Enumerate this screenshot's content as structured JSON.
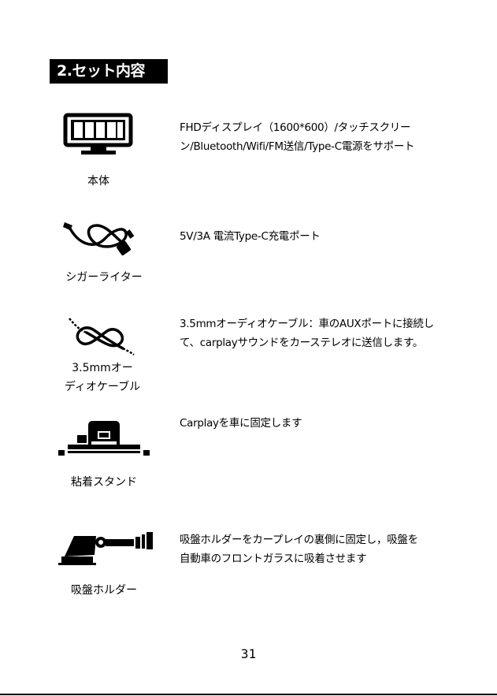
{
  "section": {
    "title": "2.セット内容"
  },
  "items": [
    {
      "caption": "本体",
      "description_lines": [
        "FHDディスプレイ（1600*600）/タッチスクリー",
        "ン/Bluetooth/Wifi/FM送信/Type-C電源をサポート"
      ],
      "icon": "display-icon"
    },
    {
      "caption": "シガーライター",
      "description_lines": [
        "5V/3A 電流Type-C充電ポート"
      ],
      "icon": "cigarette-lighter-cable-icon"
    },
    {
      "caption_lines": [
        "3.5mmオー",
        "ディオケーブル"
      ],
      "description_lines": [
        "3.5mmオーディオケーブル：車のAUXポートに接続し",
        "て、carplayサウンドをカーステレオに送信します。"
      ],
      "icon": "audio-cable-icon"
    },
    {
      "caption": "粘着スタンド",
      "description_lines": [
        "Carplayを車に固定します"
      ],
      "icon": "adhesive-stand-icon"
    },
    {
      "caption": "吸盤ホルダー",
      "description_lines": [
        "吸盤ホルダーをカープレイの裏側に固定し，吸盤を",
        "自動車のフロントガラスに吸着させます"
      ],
      "icon": "suction-holder-icon"
    }
  ],
  "footer": {
    "page_number": "31"
  }
}
